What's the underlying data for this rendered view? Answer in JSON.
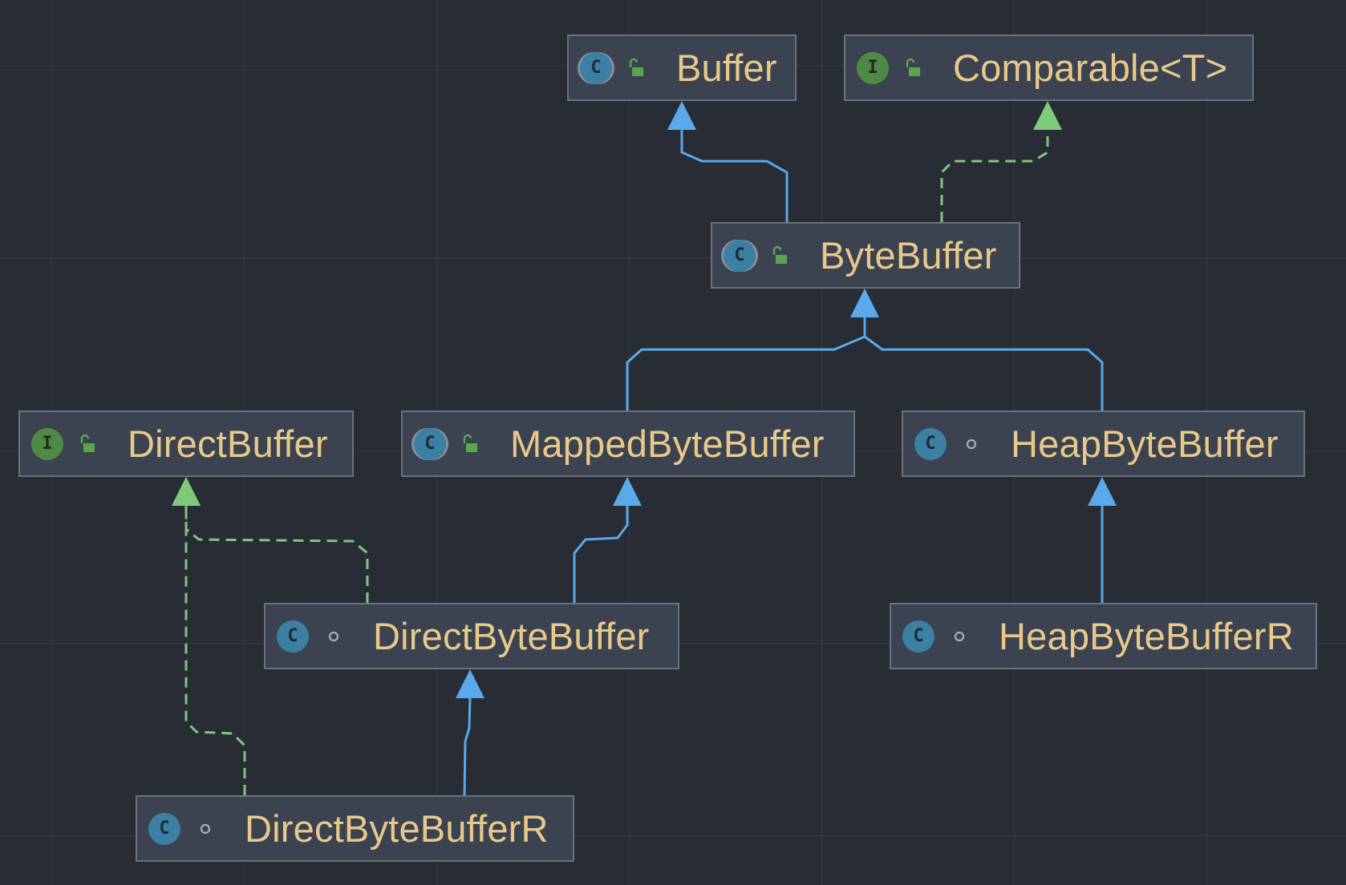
{
  "diagram": {
    "colors": {
      "background": "#282c34",
      "node_fill": "#3c4350",
      "node_border": "#6b707a",
      "label": "#e8c98b",
      "extends_edge": "#5aa9ea",
      "implements_edge": "#7ec97a"
    },
    "nodes": [
      {
        "id": "buffer",
        "label": "Buffer",
        "kind": "abstract-class-icon",
        "modifier": "public-lock-icon"
      },
      {
        "id": "comparable",
        "label": "Comparable<T>",
        "kind": "interface-icon",
        "modifier": "public-lock-icon"
      },
      {
        "id": "bytebuffer",
        "label": "ByteBuffer",
        "kind": "abstract-class-icon",
        "modifier": "public-lock-icon"
      },
      {
        "id": "directbuffer",
        "label": "DirectBuffer",
        "kind": "interface-icon",
        "modifier": "public-lock-icon"
      },
      {
        "id": "mappedbytebuffer",
        "label": "MappedByteBuffer",
        "kind": "abstract-class-icon",
        "modifier": "public-lock-icon"
      },
      {
        "id": "heapbytebuffer",
        "label": "HeapByteBuffer",
        "kind": "class-icon",
        "modifier": "package-private-dot-icon"
      },
      {
        "id": "directbytebuffer",
        "label": "DirectByteBuffer",
        "kind": "class-icon",
        "modifier": "package-private-dot-icon"
      },
      {
        "id": "heapbytebufferr",
        "label": "HeapByteBufferR",
        "kind": "class-icon",
        "modifier": "package-private-dot-icon"
      },
      {
        "id": "directbytebufferr",
        "label": "DirectByteBufferR",
        "kind": "class-icon",
        "modifier": "package-private-dot-icon"
      }
    ],
    "edges": [
      {
        "from": "bytebuffer",
        "to": "buffer",
        "type": "extends"
      },
      {
        "from": "bytebuffer",
        "to": "comparable",
        "type": "implements"
      },
      {
        "from": "mappedbytebuffer",
        "to": "bytebuffer",
        "type": "extends"
      },
      {
        "from": "heapbytebuffer",
        "to": "bytebuffer",
        "type": "extends"
      },
      {
        "from": "directbytebuffer",
        "to": "mappedbytebuffer",
        "type": "extends"
      },
      {
        "from": "directbytebuffer",
        "to": "directbuffer",
        "type": "implements"
      },
      {
        "from": "heapbytebufferr",
        "to": "heapbytebuffer",
        "type": "extends"
      },
      {
        "from": "directbytebufferr",
        "to": "directbytebuffer",
        "type": "extends"
      },
      {
        "from": "directbytebufferr",
        "to": "directbuffer",
        "type": "implements"
      }
    ]
  }
}
